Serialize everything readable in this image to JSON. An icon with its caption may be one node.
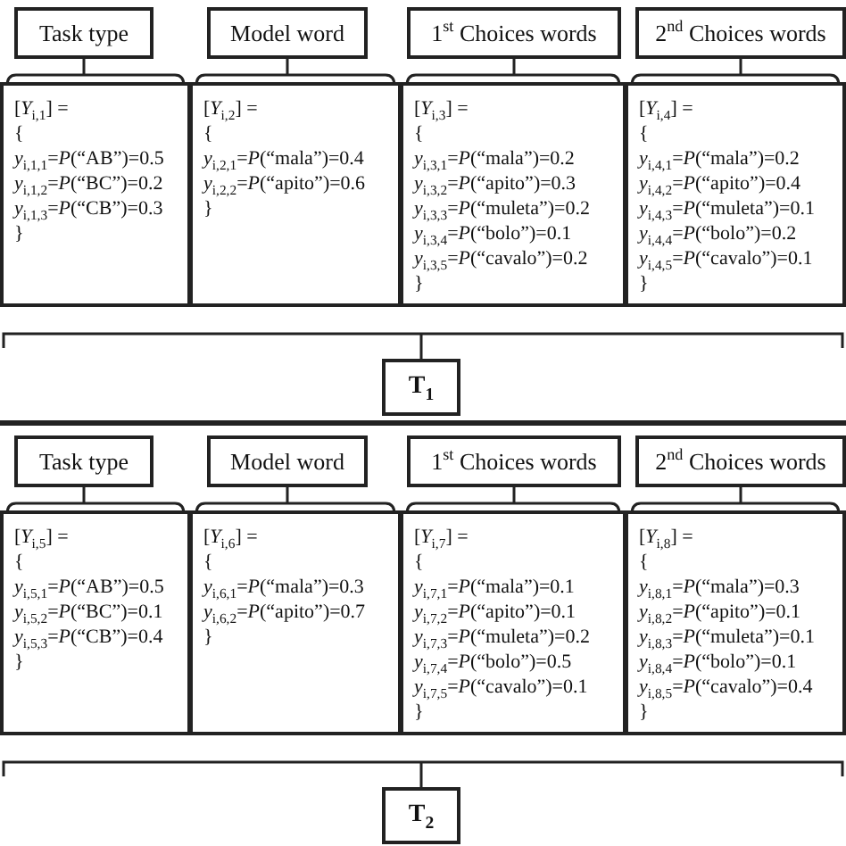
{
  "diagram": {
    "nodes": [
      {
        "text": [
          "Task type"
        ]
      },
      {
        "text": [
          "Model word"
        ]
      },
      {
        "text": [
          "1$^{st}$ Choices words"
        ]
      },
      {
        "text": [
          "2$^{nd}$ Choices words"
        ]
      },
      {
        "text": [
          "[*Y*$_{i,1}$] =",
          "{",
          "*y*$_{i,1,1}$=*P*(“AB”)=0.5",
          "*y*$_{i,1,2}$=*P*(“BC”)=0.2",
          "*y*$_{i,1,3}$=*P*(“CB”)=0.3",
          "}"
        ]
      },
      {
        "text": [
          "[*Y*$_{i,2}$] =",
          "{",
          "*y*$_{i,2,1}$=*P*(“mala”)=0.4",
          "*y*$_{i,2,2}$=*P*(“apito”)=0.6",
          "}"
        ]
      },
      {
        "text": [
          "[*Y*$_{i,3}$] =",
          "{",
          "*y*$_{i,3,1}$=*P*(“mala”)=0.2",
          "*y*$_{i,3,2}$=*P*(“apito”)=0.3",
          "*y*$_{i,3,3}$=*P*(“muleta”)=0.2",
          "*y*$_{i,3,4}$=*P*(“bolo”)=0.1",
          "*y*$_{i,3,5}$=*P*(“cavalo”)=0.2",
          "}"
        ]
      },
      {
        "text": [
          "[*Y*$_{i,4}$] =",
          "{",
          "*y*$_{i,4,1}$=*P*(“mala”)=0.2",
          "*y*$_{i,4,2}$=*P*(“apito”)=0.4",
          "*y*$_{i,4,3}$=*P*(“muleta”)=0.1",
          "*y*$_{i,4,4}$=*P*(“bolo”)=0.2",
          "*y*$_{i,4,5}$=*P*(“cavalo”)=0.1",
          "}"
        ]
      },
      {
        "text": [
          "T$_{1}$"
        ]
      },
      {
        "text": [
          "Task type"
        ]
      },
      {
        "text": [
          "Model word"
        ]
      },
      {
        "text": [
          "1$^{st}$ Choices words"
        ]
      },
      {
        "text": [
          "2$^{nd}$ Choices words"
        ]
      },
      {
        "text": [
          "[*Y*$_{i,5}$] =",
          "{",
          "*y*$_{i,5,1}$=*P*(“AB”)=0.5",
          "*y*$_{i,5,2}$=*P*(“BC”)=0.1",
          "*y*$_{i,5,3}$=*P*(“CB”)=0.4",
          "}"
        ]
      },
      {
        "text": [
          "[*Y*$_{i,6}$] =",
          "{",
          "*y*$_{i,6,1}$=*P*(“mala”)=0.3",
          "*y*$_{i,6,2}$=*P*(“apito”)=0.7",
          "}"
        ]
      },
      {
        "text": [
          "[*Y*$_{i,7}$] =",
          "{",
          "*y*$_{i,7,1}$=*P*(“mala”)=0.1",
          "*y*$_{i,7,2}$=*P*(“apito”)=0.1",
          "*y*$_{i,7,3}$=*P*(“muleta”)=0.2",
          "*y*$_{i,7,4}$=*P*(“bolo”)=0.5",
          "*y*$_{i,7,5}$=*P*(“cavalo”)=0.1",
          "}"
        ]
      },
      {
        "text": [
          "[*Y*$_{i,8}$] =",
          "{",
          "*y*$_{i,8,1}$=*P*(“mala”)=0.3",
          "*y*$_{i,8,2}$=*P*(“apito”)=0.1",
          "*y*$_{i,8,3}$=*P*(“muleta”)=0.1",
          "*y*$_{i,8,4}$=*P*(“bolo”)=0.1",
          "*y*$_{i,8,5}$=*P*(“cavalo”)=0.4",
          "}"
        ]
      },
      {
        "text": [
          "T$_{2}$"
        ]
      }
    ]
  }
}
